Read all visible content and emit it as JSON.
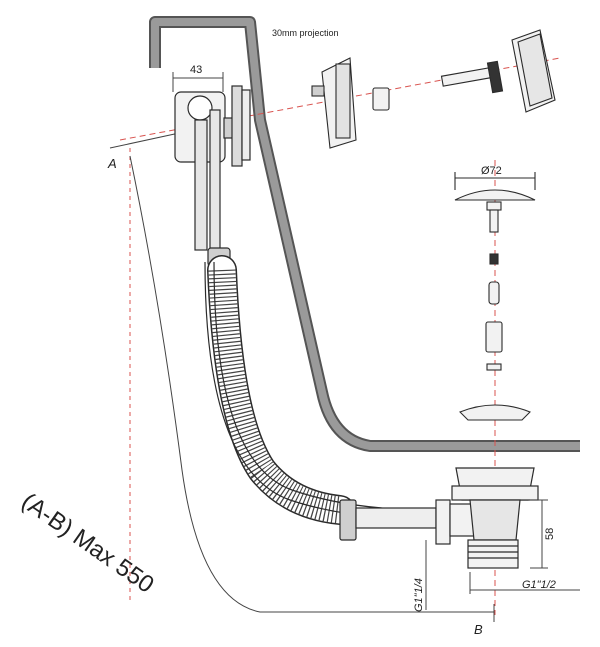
{
  "labels": {
    "projection": "30mm projection",
    "dim_43": "43",
    "dim_72": "Ø72",
    "dim_58": "58",
    "point_a": "A",
    "point_b": "B",
    "thread_1_1_4": "G1\"1/4",
    "thread_1_1_2": "G1\"1/2",
    "max_note": "(A-B) Max 550"
  },
  "colors": {
    "line": "#2b2b2b",
    "bath_wall": "#555555",
    "bath_fill": "#8a8a8a",
    "center_line": "#d9534f",
    "part_fill": "#f2f2f2",
    "part_shade": "#cfcfcf"
  }
}
